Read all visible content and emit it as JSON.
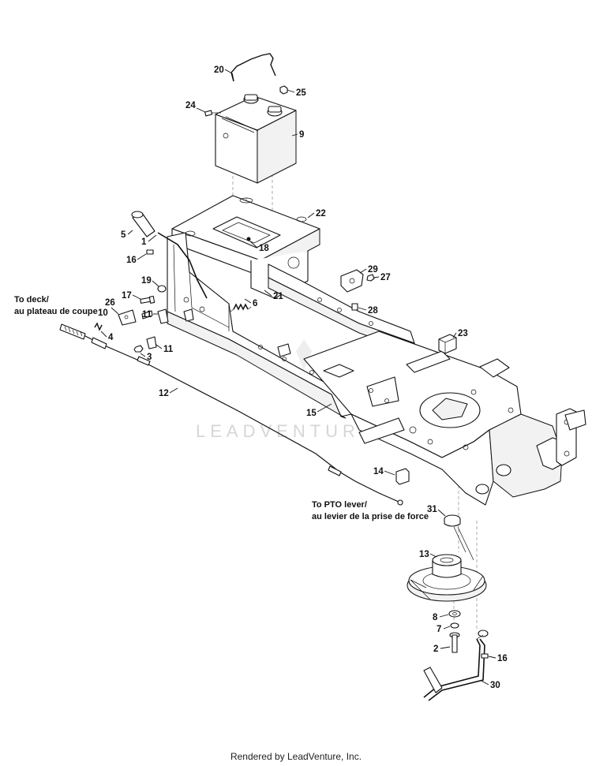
{
  "watermark": "LEADVENTURE",
  "footer": "Rendered by LeadVenture, Inc.",
  "notes": {
    "deck_line1": "To deck/",
    "deck_line2": "au plateau de coupe",
    "pto_line1": "To PTO lever/",
    "pto_line2": "au levier de la prise de force"
  },
  "callouts": [
    "1",
    "2",
    "3",
    "4",
    "5",
    "6",
    "7",
    "8",
    "9",
    "10",
    "11",
    "11",
    "11",
    "12",
    "13",
    "14",
    "15",
    "16",
    "16",
    "17",
    "18",
    "19",
    "20",
    "21",
    "22",
    "23",
    "24",
    "25",
    "26",
    "27",
    "28",
    "29",
    "30",
    "31"
  ]
}
